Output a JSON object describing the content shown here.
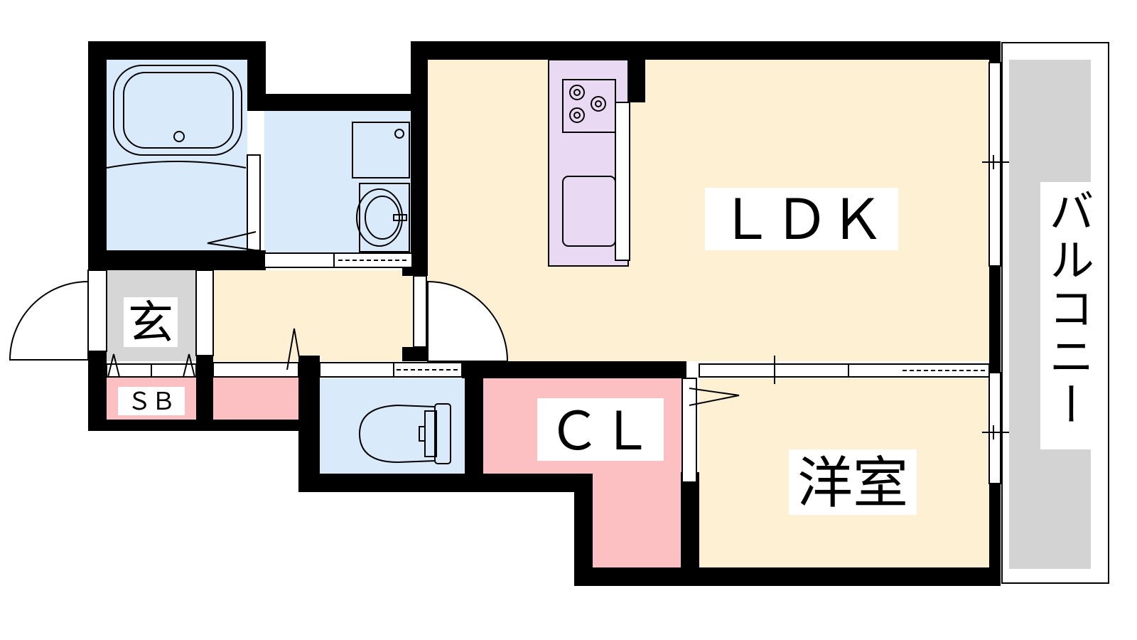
{
  "rooms": {
    "ldk": {
      "label": "ＬＤＫ"
    },
    "closet": {
      "label": "ＣＬ"
    },
    "western_room": {
      "label": "洋室"
    },
    "entrance": {
      "label": "玄"
    },
    "shoe_box": {
      "label": "ＳＢ"
    },
    "balcony": {
      "label": "バルコニー"
    }
  },
  "colors": {
    "living": "#fdf0d3",
    "wet_area": "#d9ebfb",
    "kitchen": "#ead9f3",
    "storage": "#fcbfc2",
    "entrance_floor": "#d6d6d6",
    "balcony": "#d3d3d3",
    "wall": "#000000"
  }
}
